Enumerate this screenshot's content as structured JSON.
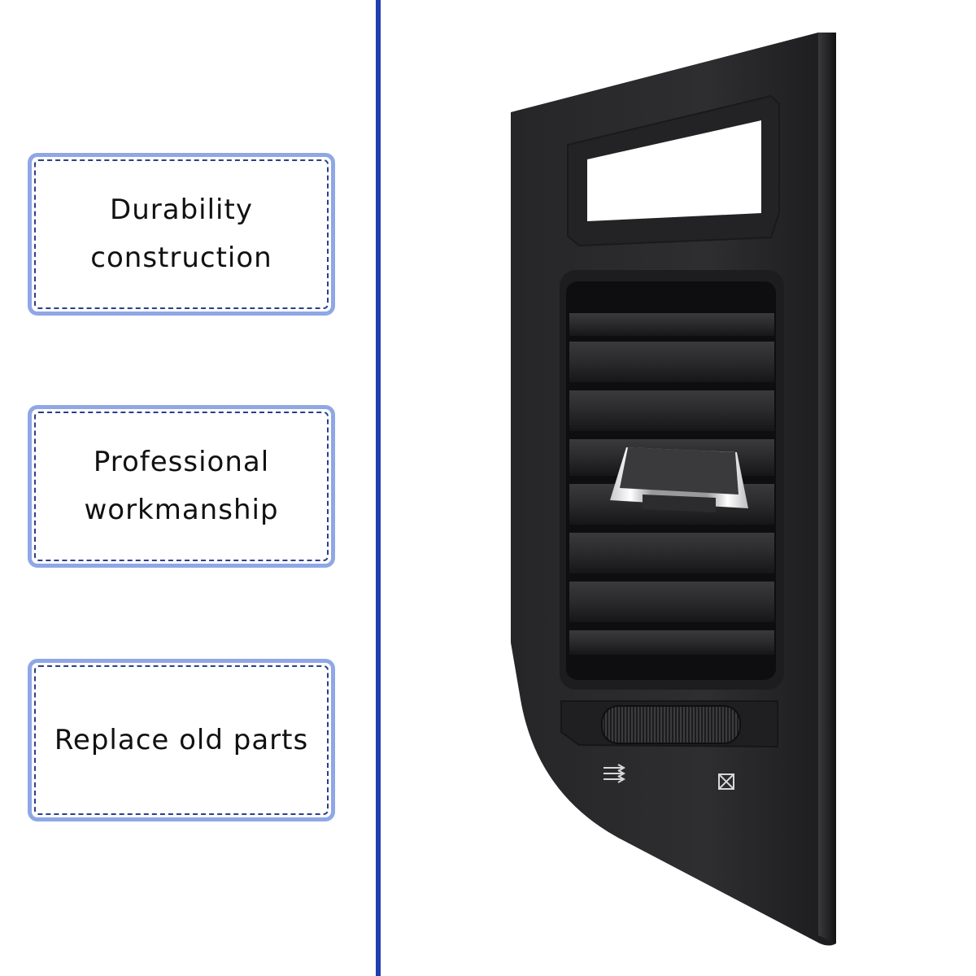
{
  "features": [
    {
      "label": "Durability\nconstruction"
    },
    {
      "label": "Professional\nworkmanship"
    },
    {
      "label": "Replace old parts"
    }
  ],
  "product": {
    "name": "air-vent-panel",
    "icons": [
      "airflow-icon",
      "closed-vent-icon"
    ]
  },
  "colors": {
    "box_border": "#8fa7e6",
    "box_dash": "#2a3f8a",
    "divider": "#1f3fae",
    "panel": "#2b2b2d"
  }
}
